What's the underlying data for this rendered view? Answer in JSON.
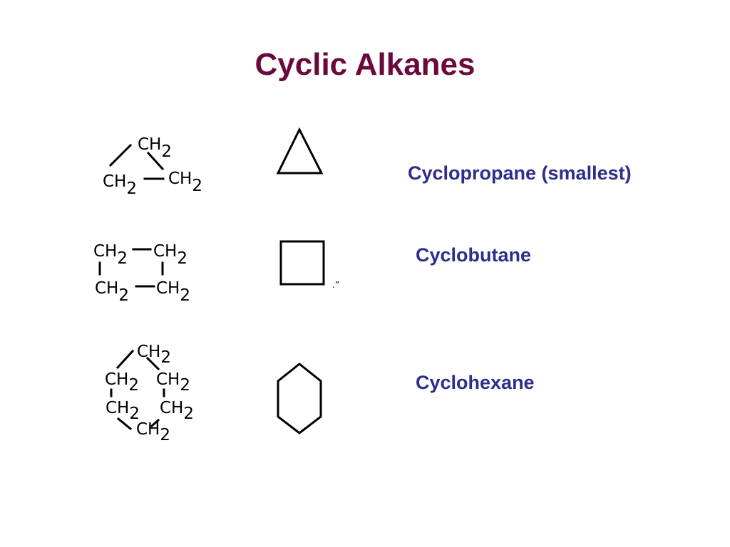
{
  "title": "Cyclic Alkanes",
  "colors": {
    "title": "#6b0a3a",
    "label": "#2e2e8a",
    "structure": "#000000"
  },
  "formula_group": {
    "main": "CH",
    "subscript": "2"
  },
  "rows": [
    {
      "name": "Cyclopropane (smallest)",
      "skeletal_shape": "triangle"
    },
    {
      "name": "Cyclobutane",
      "skeletal_shape": "square"
    },
    {
      "name": "Cyclohexane",
      "skeletal_shape": "hexagon"
    }
  ],
  "stray_mark": ".”"
}
